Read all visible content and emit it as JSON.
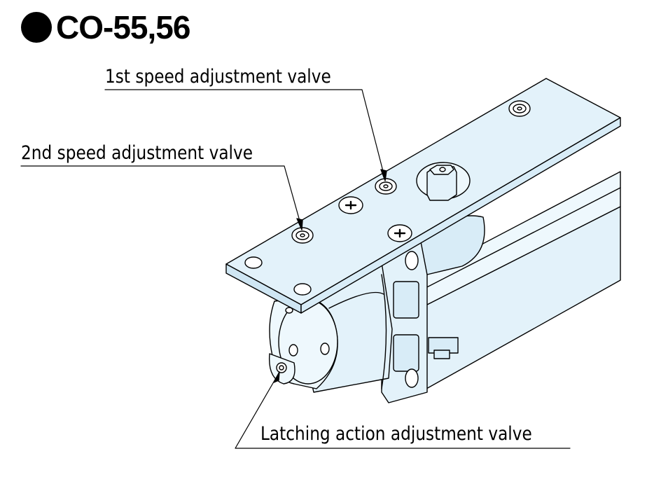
{
  "title": "CO-55,56",
  "labels": {
    "first_speed": "1st speed adjustment valve",
    "second_speed": "2nd speed adjustment valve",
    "latching": "Latching action adjustment valve"
  },
  "colors": {
    "body_fill": "#e3f2fa",
    "body_fill_light": "#eef8fd",
    "body_fill_dark": "#cfe6f3",
    "outline": "#000000"
  }
}
